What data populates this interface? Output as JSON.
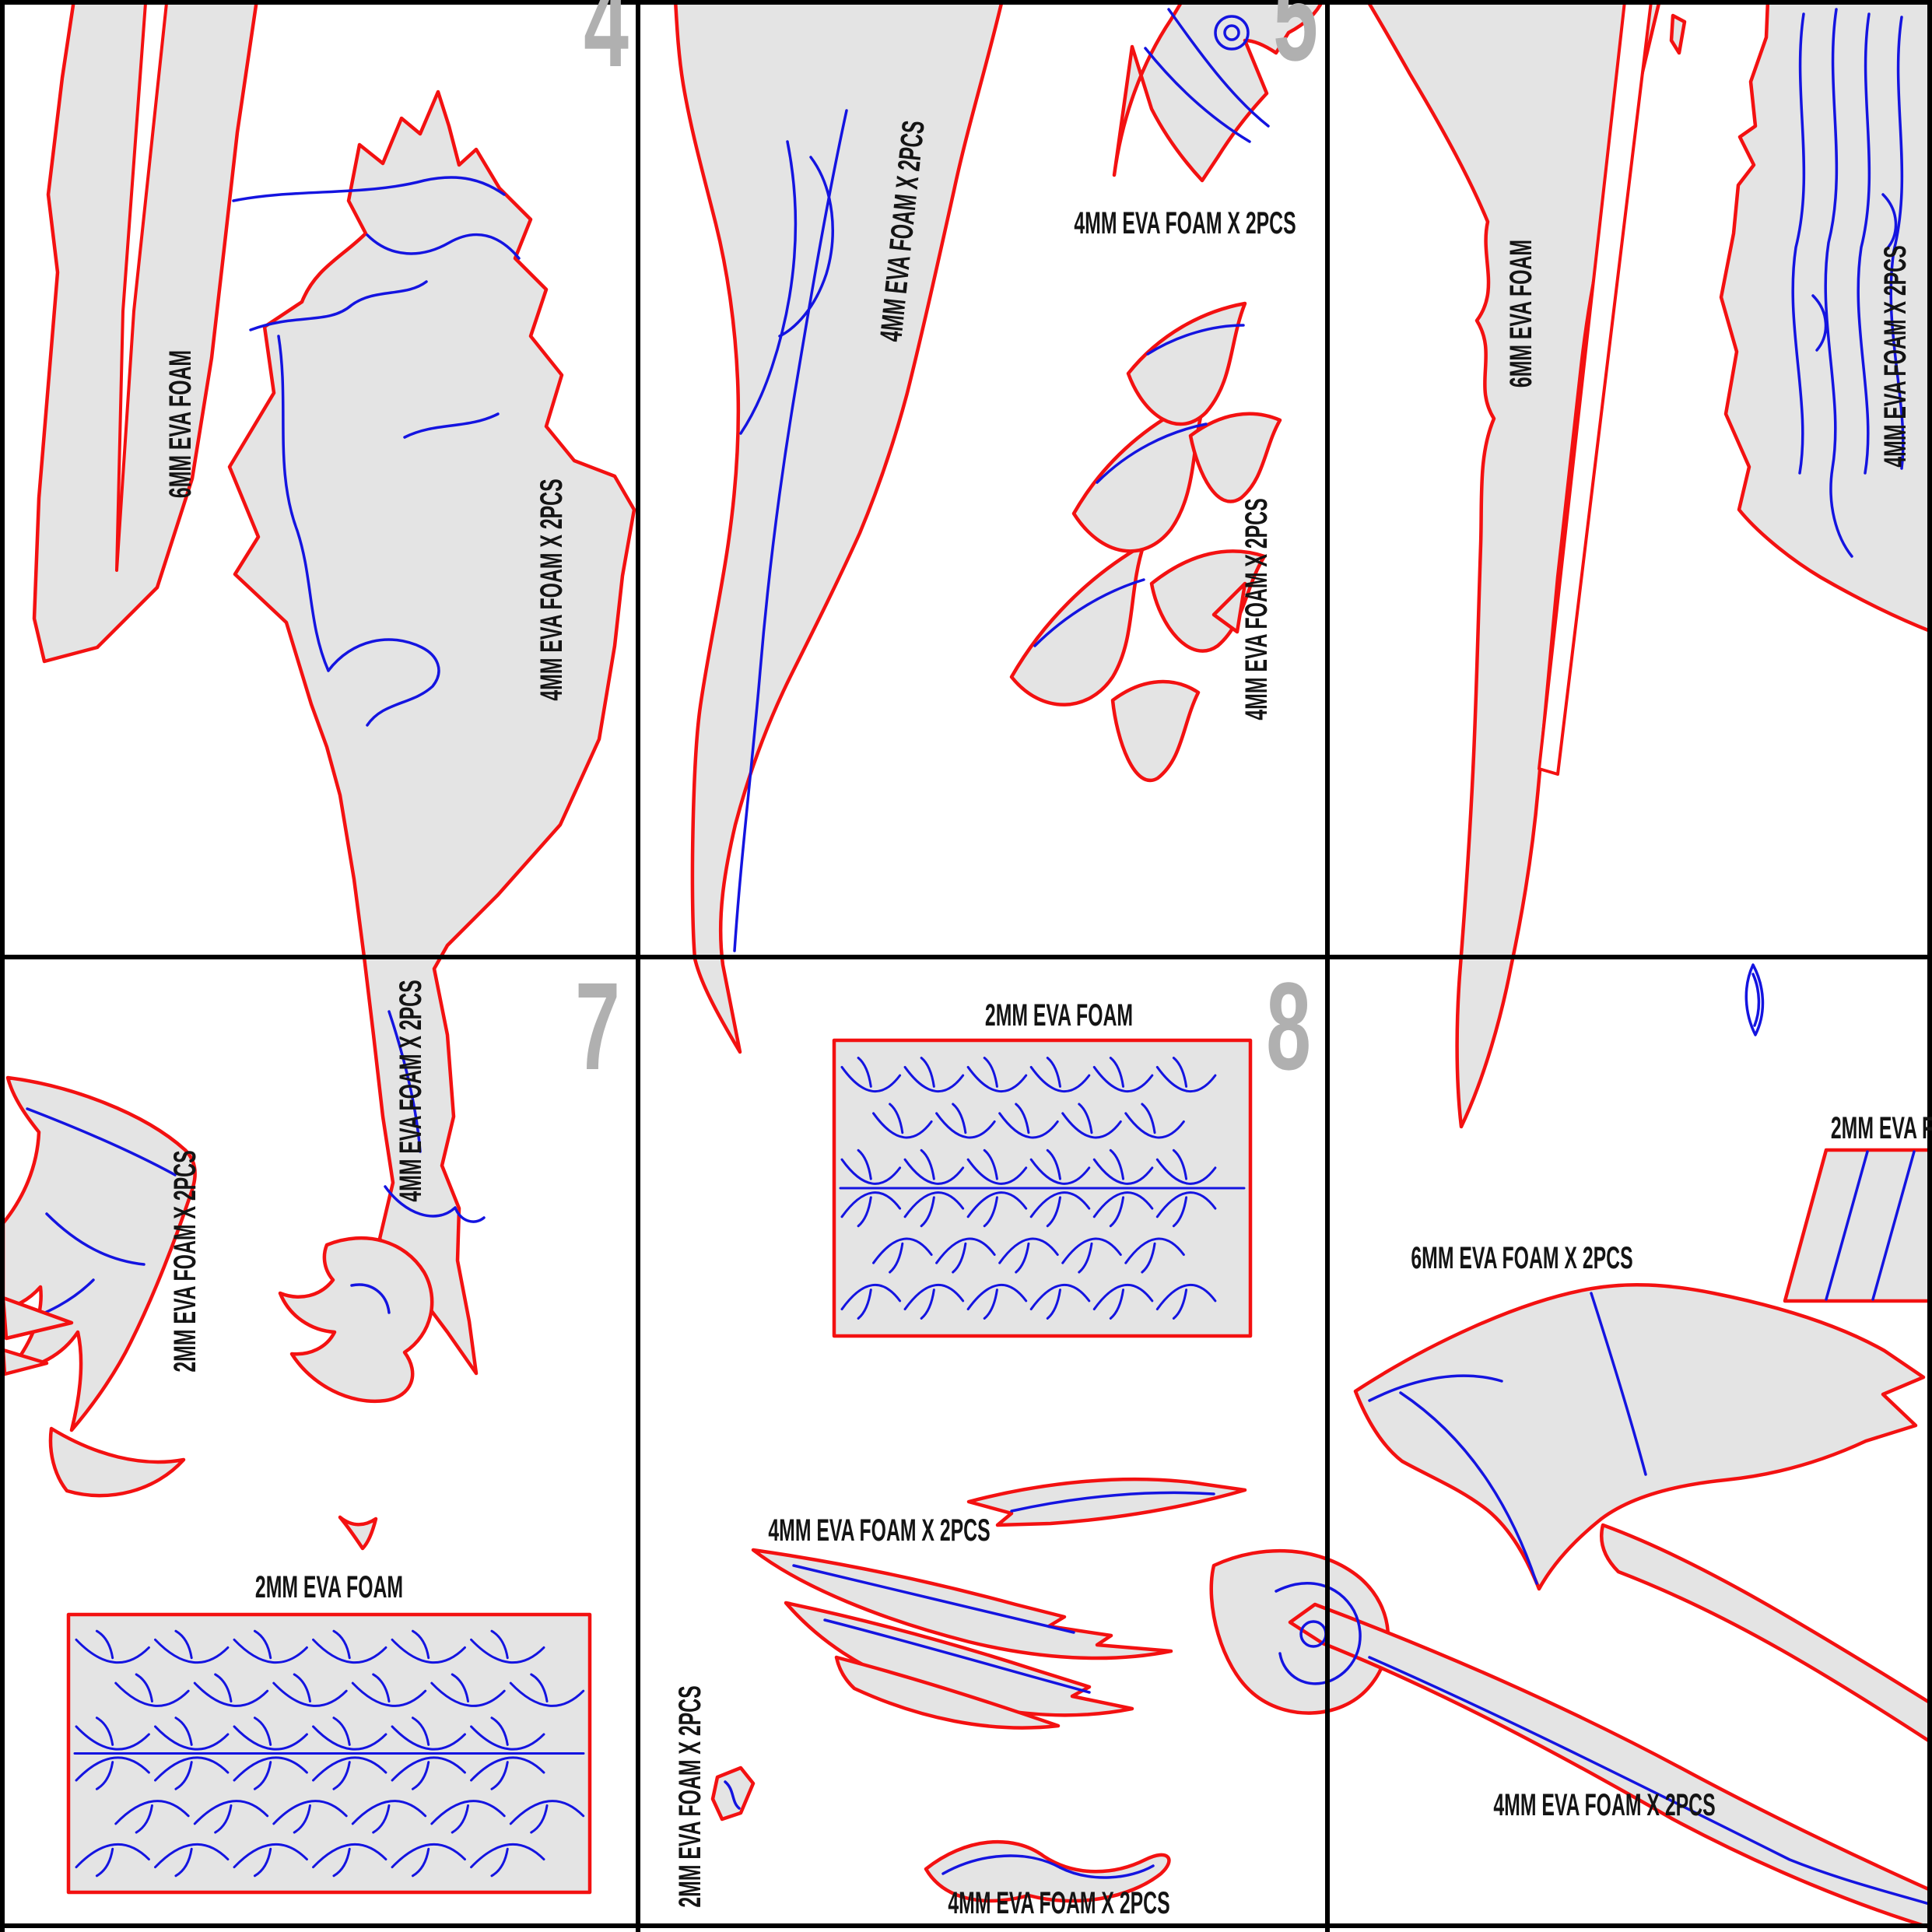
{
  "sheet": {
    "description_label": "EVA foam pattern tiled pages",
    "page_numbers": {
      "p4": "4",
      "p5": "5",
      "p7": "7",
      "p8": "8"
    }
  },
  "labels": {
    "p4_blade": "6MM EVA FOAM",
    "p4_wing": "4MM EVA FOAM X 2PCS",
    "p5_blade": "4MM EVA FOAM X 2PCS",
    "p5_talon": "4MM EVA FOAM X 2PCS",
    "p5_cluster": "4MM EVA FOAM X 2PCS",
    "p6_blade": "6MM EVA FOAM",
    "p6_side": "4MM EVA FOAM X 2PCS",
    "p7_scythe": "2MM EVA FOAM X 2PCS",
    "p7_tail": "4MM EVA FOAM X 2PCS",
    "p7_scales": "2MM EVA FOAM",
    "p8_scales": "2MM EVA FOAM",
    "p8_spear": "4MM EVA FOAM X 2PCS",
    "p8_small": "2MM EVA FOAM X 2PCS",
    "p8_bottom": "4MM EVA FOAM X 2PCS",
    "p9_strip": "2MM EVA F",
    "p9_axe": "6MM EVA FOAM X 2PCS",
    "p9_shaft": "4MM EVA FOAM X 2PCS"
  },
  "colors": {
    "cut_line": "#f31111",
    "detail_line": "#1414e0",
    "piece_fill": "#e4e4e4",
    "page_number": "#b0b0b0",
    "label_text": "#141414",
    "grid": "#000000"
  }
}
